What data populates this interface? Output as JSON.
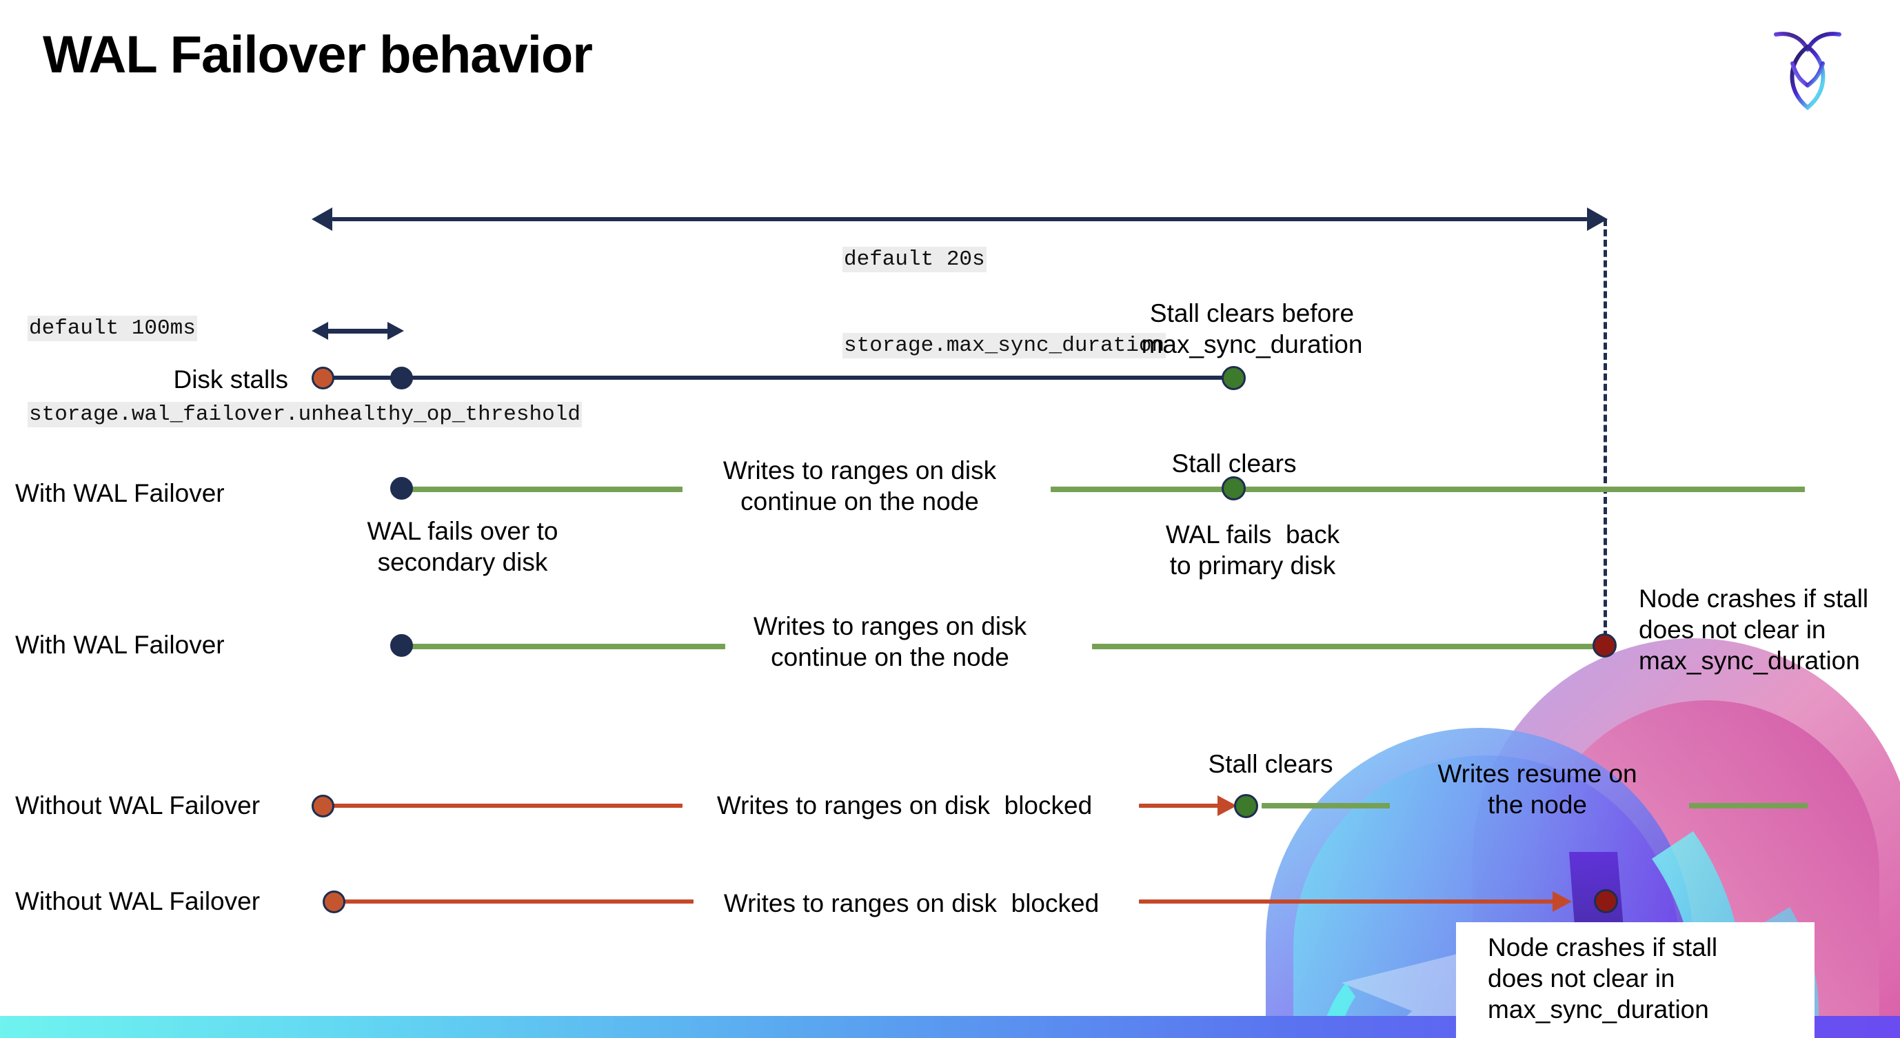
{
  "slide": {
    "title": "WAL Failover behavior",
    "logo_name": "cockroachdb-logo",
    "background": "#ffffff"
  },
  "colors": {
    "navy": "#1f2d50",
    "green_line": "#76a155",
    "green_dot": "#3d7a2c",
    "orange_line": "#c4492a",
    "orange_dot": "#c4562f",
    "red_dot": "#8c1a13",
    "code_bg": "#ececec",
    "footer_gradient_start": "#6ff3ef",
    "footer_gradient_end": "#6b4cf0"
  },
  "annotations": {
    "max_sync": {
      "line1": "default 20s",
      "line2": "storage.max_sync_duration"
    },
    "unhealthy_op": {
      "line1": "default 100ms",
      "line2": "storage.wal_failover.unhealthy_op_threshold"
    }
  },
  "rows": [
    {
      "id": "disk-stalls",
      "label": "Disk stalls",
      "note_above": "Stall clears before\nmax_sync_duration"
    },
    {
      "id": "with-wal-failover-1",
      "label": "With WAL Failover",
      "note_mid": "Writes to ranges on disk\ncontinue on the node",
      "note_below_start": "WAL fails over to\nsecondary disk",
      "note_above_clear": "Stall clears",
      "note_below_clear": "WAL fails  back\nto primary disk"
    },
    {
      "id": "with-wal-failover-2",
      "label": "With WAL Failover",
      "note_mid": "Writes to ranges on disk\ncontinue on the node",
      "note_crash": "Node crashes if stall\ndoes not clear in\nmax_sync_duration"
    },
    {
      "id": "without-wal-failover-1",
      "label": "Without WAL Failover",
      "note_mid": "Writes to ranges on disk  blocked",
      "note_above_clear": "Stall clears",
      "note_resume": "Writes resume on\nthe node"
    },
    {
      "id": "without-wal-failover-2",
      "label": "Without WAL Failover",
      "note_mid": "Writes to ranges on disk  blocked",
      "note_crash": "Node crashes if stall\ndoes not clear in\nmax_sync_duration"
    }
  ]
}
